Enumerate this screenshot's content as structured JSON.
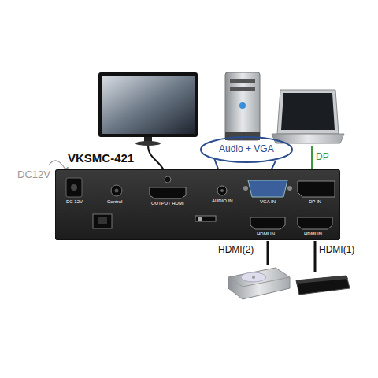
{
  "diagram": {
    "nodes": [
      {
        "text": [
          "VKSMC-421"
        ]
      }
    ],
    "labels": [
      "DC12V",
      "Audio + VGA",
      "DP",
      "HDMI(2)",
      "HDMI(1)",
      "DC 12V",
      "Control",
      "OUTPUT HDMI",
      "AUDIO IN",
      "VGA IN",
      "DP IN",
      "HDMI IN",
      "HDMI IN"
    ]
  }
}
